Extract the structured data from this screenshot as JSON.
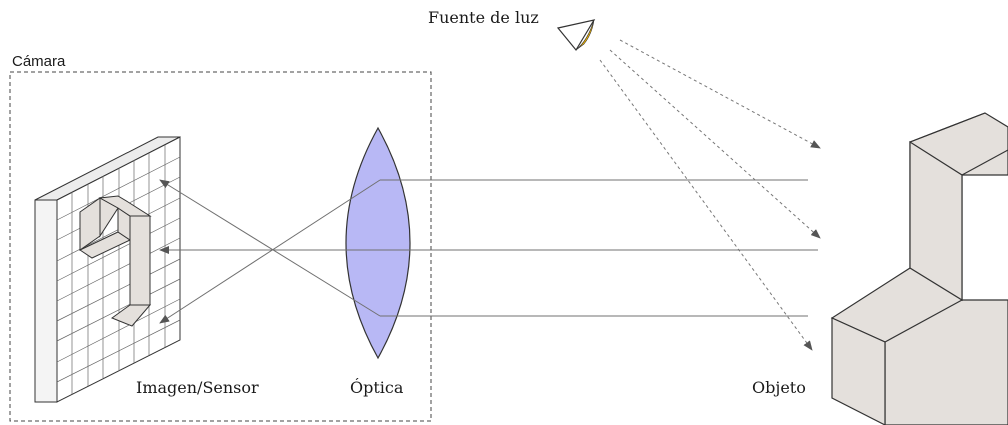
{
  "labels": {
    "camera": "Cámara",
    "light_source": "Fuente de luz",
    "image_sensor": "Imagen/Sensor",
    "optics": "Óptica",
    "object": "Objeto"
  },
  "colors": {
    "lens_fill": "#b8b8f5",
    "block_fill": "#e4e0dc",
    "light_accent": "#f0b400",
    "ray": "#707070",
    "outline": "#333333"
  }
}
